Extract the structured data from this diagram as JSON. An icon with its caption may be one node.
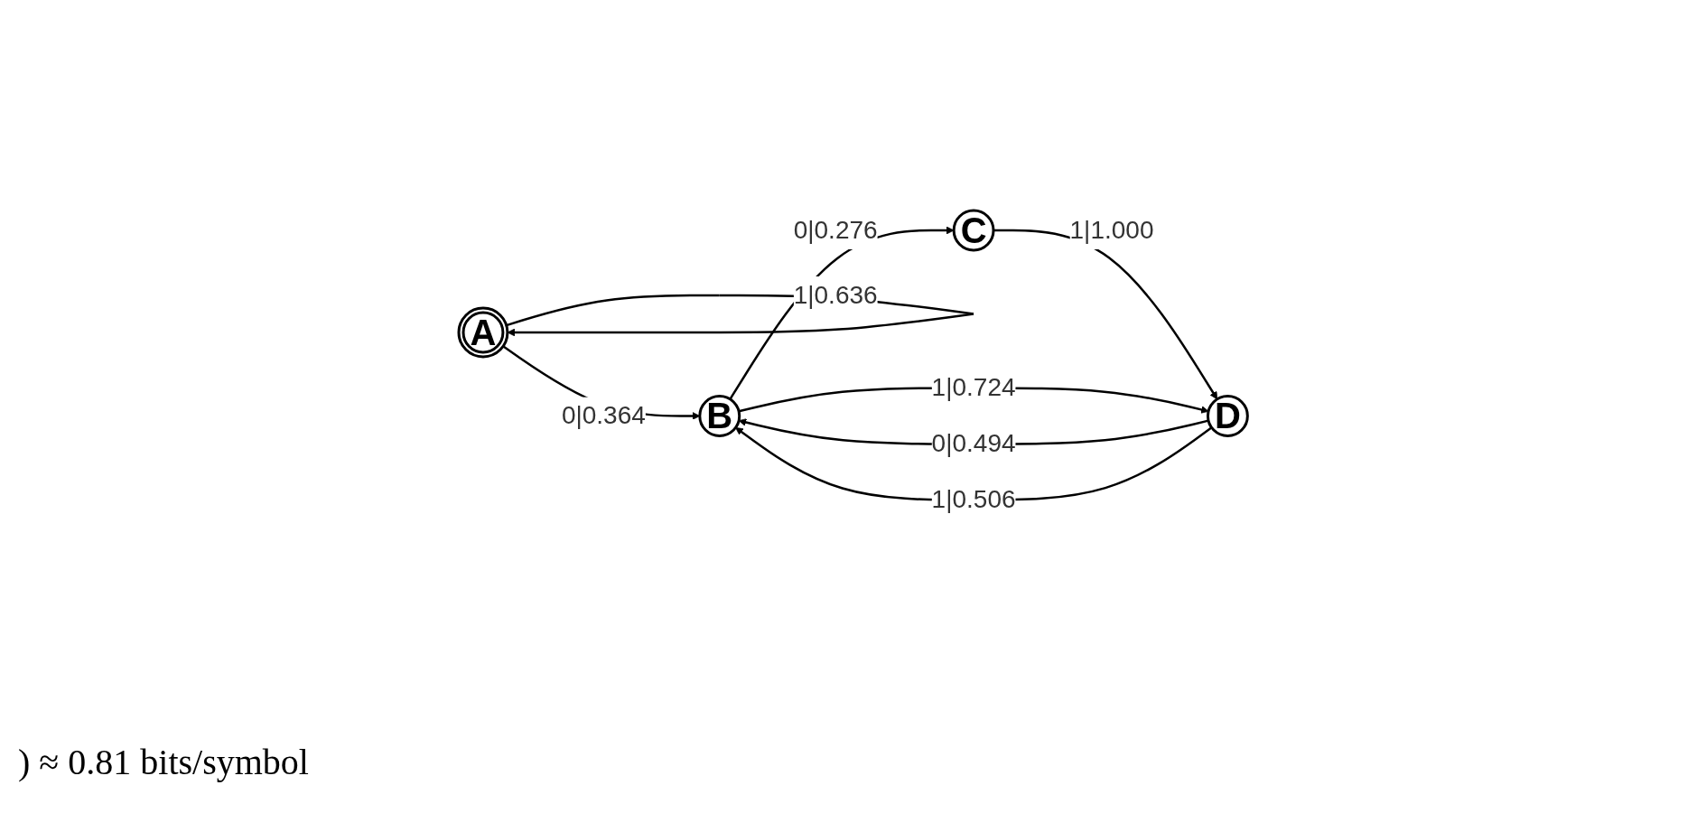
{
  "diagram": {
    "nodes": [
      {
        "text": [
          "A"
        ]
      },
      {
        "text": [
          "B"
        ]
      },
      {
        "text": [
          "C"
        ]
      },
      {
        "text": [
          "D"
        ]
      }
    ],
    "edges": [
      {
        "from": 0,
        "to": 0,
        "arrow": "to",
        "label": "1|0.636"
      },
      {
        "from": 0,
        "to": 1,
        "arrow": "to",
        "label": "0|0.364"
      },
      {
        "from": 1,
        "to": 2,
        "arrow": "to",
        "label": "0|0.276"
      },
      {
        "from": 2,
        "to": 3,
        "arrow": "to",
        "label": "1|1.000"
      },
      {
        "from": 1,
        "to": 3,
        "arrow": "to",
        "label": "1|0.724"
      },
      {
        "from": 3,
        "to": 1,
        "arrow": "to",
        "label": "0|0.494"
      },
      {
        "from": 3,
        "to": 1,
        "arrow": "to",
        "label": "1|0.506"
      }
    ],
    "labels": [
      ") ≈ 0.81 bits/symbol"
    ]
  }
}
